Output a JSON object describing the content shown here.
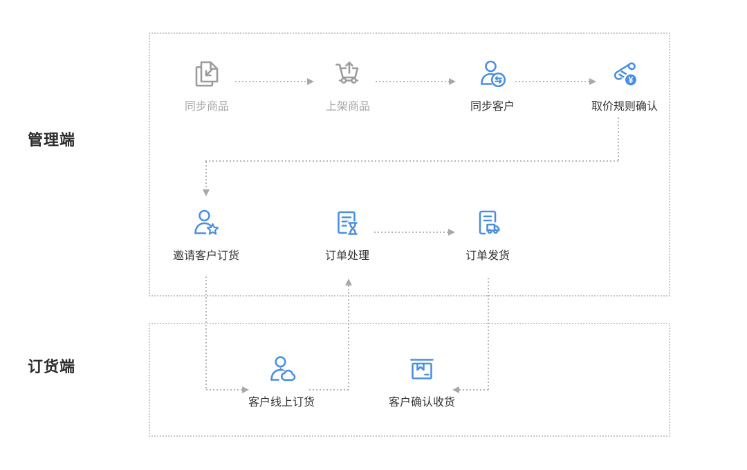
{
  "sections": {
    "management": {
      "label": "管理端",
      "members": [
        "sync_products",
        "list_products",
        "sync_customers",
        "price_rule_confirm",
        "invite_customers",
        "order_processing",
        "order_shipping"
      ]
    },
    "ordering": {
      "label": "订货端",
      "members": [
        "customer_online_order",
        "customer_confirm_receipt"
      ]
    }
  },
  "steps": {
    "sync_products": {
      "label": "同步商品",
      "icon": "documents-sync-icon",
      "tone": "gray"
    },
    "list_products": {
      "label": "上架商品",
      "icon": "cart-upload-icon",
      "tone": "gray"
    },
    "sync_customers": {
      "label": "同步客户",
      "icon": "user-sync-icon",
      "tone": "blue"
    },
    "price_rule_confirm": {
      "label": "取价规则确认",
      "icon": "scroll-yen-icon",
      "tone": "blue"
    },
    "invite_customers": {
      "label": "邀请客户订货",
      "icon": "user-star-icon",
      "tone": "blue"
    },
    "order_processing": {
      "label": "订单处理",
      "icon": "document-hourglass-icon",
      "tone": "blue"
    },
    "order_shipping": {
      "label": "订单发货",
      "icon": "document-truck-icon",
      "tone": "blue"
    },
    "customer_online_order": {
      "label": "客户线上订货",
      "icon": "user-cloud-icon",
      "tone": "blue"
    },
    "customer_confirm_receipt": {
      "label": "客户确认收货",
      "icon": "package-icon",
      "tone": "blue"
    }
  },
  "connections": [
    {
      "from": "sync_products",
      "to": "list_products"
    },
    {
      "from": "list_products",
      "to": "sync_customers"
    },
    {
      "from": "sync_customers",
      "to": "price_rule_confirm"
    },
    {
      "from": "price_rule_confirm",
      "to": "invite_customers"
    },
    {
      "from": "invite_customers",
      "to": "customer_online_order"
    },
    {
      "from": "customer_online_order",
      "to": "order_processing"
    },
    {
      "from": "order_processing",
      "to": "order_shipping"
    },
    {
      "from": "order_shipping",
      "to": "customer_confirm_receipt"
    }
  ],
  "icons": {
    "yen_symbol": "¥"
  },
  "colors": {
    "accent_blue": "#4a90e2",
    "icon_gray": "#9c9c9c",
    "text_dark": "#333333",
    "text_gray": "#a6a6a6",
    "line_gray": "#b5b5b5",
    "arrowhead_gray": "#a8a8a8",
    "border_gray": "#c7c7c7",
    "background": "#ffffff"
  }
}
